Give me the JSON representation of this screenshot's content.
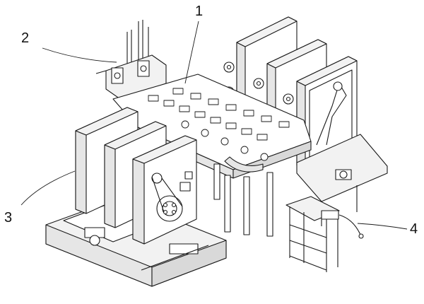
{
  "callouts": {
    "one": "1",
    "two": "2",
    "three": "3",
    "four": "4"
  },
  "colors": {
    "line": "#1a1a1a",
    "fill": "#ffffff",
    "shade": "#d9d9d9"
  }
}
